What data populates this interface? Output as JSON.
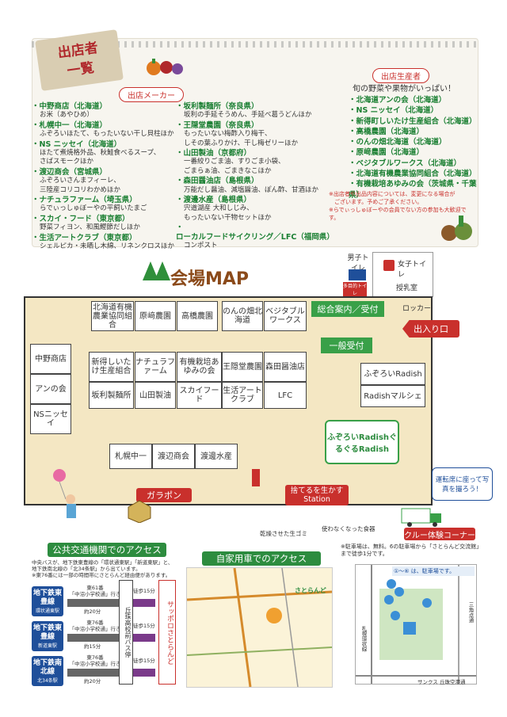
{
  "header": {
    "title_line1": "出店者",
    "title_line2": "一覧"
  },
  "makers": {
    "label": "出店メーカー",
    "col1": [
      {
        "name": "中野商店（北海道）",
        "desc": [
          "お米（あやひめ）"
        ]
      },
      {
        "name": "札幌中一（北海道）",
        "desc": [
          "ふぞろいほたて、もったいない干し貝柱ほか"
        ]
      },
      {
        "name": "NS ニッセイ（北海道）",
        "desc": [
          "ほたて煮焼格外品、秋鮭食べるスープ、",
          "さばスモークほか"
        ]
      },
      {
        "name": "渡辺商会（宮城県）",
        "desc": [
          "ふぞろいさんまフィーレ、",
          "三陸産コリコリわかめほか"
        ]
      },
      {
        "name": "ナチュラファーム（埼玉県）",
        "desc": [
          "らでぃっしゅぼーやの平飼いたまご"
        ]
      },
      {
        "name": "スカイ・フード（東京都）",
        "desc": [
          "野菜フィヨン、和風鰹節だしほか"
        ]
      },
      {
        "name": "生活アートクラブ（東京都）",
        "desc": [
          "シェルピカ・未晒し木綿、リネンクロスほか"
        ]
      }
    ],
    "col2": [
      {
        "name": "坂利製麺所（奈良県）",
        "desc": [
          "坂利の手延そうめん、手延べ葛うどんほか"
        ]
      },
      {
        "name": "王隠堂農園（奈良県）",
        "desc": [
          "もったいない梅酢入り梅干、",
          "しその葉ふりかけ、干し梅ゼリーほか"
        ]
      },
      {
        "name": "山田製油（京都府）",
        "desc": [
          "一番絞りごま油、すりごま小袋、",
          "ごまらぁ油、ごまきなこほか"
        ]
      },
      {
        "name": "森田醤油店（島根県）",
        "desc": [
          "万能だし醤油、減塩醤油、ぽん酢、甘酒ほか"
        ]
      },
      {
        "name": "渡邊水産（島根県）",
        "desc": [
          "宍道湖産 大和しじみ、",
          "もったいない干物セットほか"
        ]
      },
      {
        "name": "ローカルフードサイクリング／LFC（福岡県）",
        "desc": [
          "コンポスト"
        ]
      }
    ]
  },
  "growers": {
    "label": "出店生産者",
    "tagline": "旬の野菜や果物がいっぱい！",
    "items": [
      "北海道アンの会（北海道）",
      "NS ニッセイ（北海道）",
      "新得町しいたけ生産組合（北海道）",
      "高橋農園（北海道）",
      "のんの畑北海道（北海道）",
      "原﨑農園（北海道）",
      "ベジタブルワークス（北海道）",
      "北海道有機農業協同組合（北海道）",
      "有機栽培あゆみの会（茨城県・千葉県）"
    ],
    "notes": [
      "※出店者や出品内容については、変更になる場合が",
      "　ございます。予めご了承ください。",
      "※らでぃっしゅぼーやの会員でない方の参加も大歓迎です。"
    ]
  },
  "map": {
    "title": "会場MAP",
    "restroom_m": "男子トイレ",
    "restroom_multi": "多目的トイレ",
    "restroom_f": "女子トイレ",
    "nursing": "授乳室",
    "locker": "ロッカー",
    "info": "総合案内／受付",
    "reception": "一般受付",
    "exit": "出入り口",
    "row1": [
      "北海道有機農業協同組合",
      "原﨑農園",
      "高橋農園",
      "のんの畑北海道",
      "ベジタブルワークス"
    ],
    "row2": [
      "新得しいたけ生産組合",
      "ナチュラファーム",
      "有機栽培あゆみの会",
      "王隠堂農園",
      "森田醤油店"
    ],
    "row3": [
      "坂利製麺所",
      "山田製油",
      "スカイフード",
      "生活アートクラブ",
      "LFC"
    ],
    "left": [
      "中野商店",
      "アンの会",
      "NSニッセイ"
    ],
    "bottom": [
      "札幌中一",
      "渡辺商会",
      "渡邊水産"
    ],
    "radish1": "ふぞろいRadish",
    "radish2": "Radishマルシェ",
    "radish_banner": "ふぞろいRadishぐるぐるRadish",
    "garapon": "ガラポン",
    "station_title": "捨てるを生かすStation",
    "station_cap1": "乾燥させた生ゴミ",
    "station_cap2": "使わなくなった食器",
    "photo": "運転席に座って写真を撮ろう！",
    "crew": "クルー体験コーナー"
  },
  "access_public": {
    "title": "公共交通機関でのアクセス",
    "intro": [
      "中央バスが、地下鉄東豊線の「環状通東駅」「新道東駅」と、",
      "地下鉄南北線の「北34条駅」から出ています。"
    ],
    "sub": "※東76番には一部の時間帯にさとらんど経由便があります。",
    "stations": [
      {
        "line": "地下鉄東豊線",
        "stop": "環状通東駅",
        "bus": "東61番",
        "dest": "「中沼小学校通」行き",
        "time": "約20分",
        "walk": "徒歩15分"
      },
      {
        "line": "地下鉄東豊線",
        "stop": "新道東駅",
        "bus": "東76番",
        "dest": "「中沼小学校通」行き",
        "time": "約15分",
        "walk": "徒歩15分"
      },
      {
        "line": "地下鉄南北線",
        "stop": "北34条駅",
        "bus": "東76番",
        "dest": "「中沼小学校通」行き",
        "time": "約20分",
        "walk": "徒歩15分"
      }
    ],
    "bus_stop": "丘珠高校前バス停",
    "venue": "サッポロさとらんど"
  },
  "access_car": {
    "title": "自家用車でのアクセス",
    "logo": "さとらんど"
  },
  "parking": {
    "note": "※駐車場は、無料。6の駐車場から「さとらんど交流館」まで徒歩1分です。",
    "legend": "①～⑥ は、駐車場です。",
    "labels": [
      "サンクス",
      "丘珠空港通",
      "三角点通",
      "札幌環状線"
    ]
  },
  "colors": {
    "green": "#1a7f32",
    "red": "#c9302c",
    "brown": "#8b4a1a",
    "panel": "#f7f5ef",
    "hall": "#f4e7c3"
  }
}
